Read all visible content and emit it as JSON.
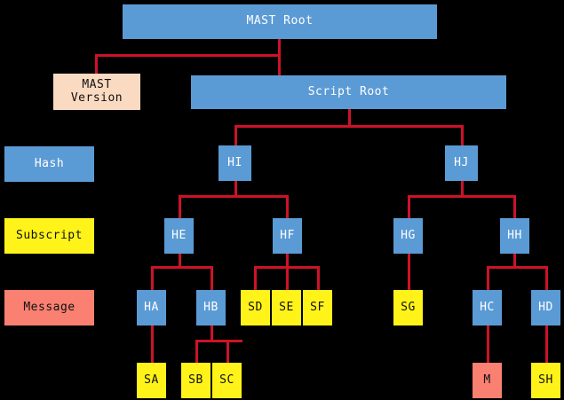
{
  "diagram": {
    "title_node": "MAST Root",
    "background_color": "#000000",
    "edge_color": "#CC1327",
    "palette": {
      "hash": "#5B9BD5",
      "subscript": "#FFF319",
      "message": "#FA8072",
      "version": "#FBDAC2"
    },
    "legend": [
      {
        "label": "Hash",
        "type": "hash"
      },
      {
        "label": "Subscript",
        "type": "subscript"
      },
      {
        "label": "Message",
        "type": "message"
      }
    ],
    "roots": [
      {
        "label": "MAST Root",
        "type": "hash"
      },
      {
        "label": "MAST\nVersion",
        "type": "version"
      },
      {
        "label": "Script Root",
        "type": "hash"
      }
    ],
    "nodes": {
      "mast_root": "MAST Root",
      "mast_version_line1": "MAST",
      "mast_version_line2": "Version",
      "script_root": "Script Root",
      "hi": "HI",
      "hj": "HJ",
      "he": "HE",
      "hf": "HF",
      "hg": "HG",
      "hh": "HH",
      "ha": "HA",
      "hb": "HB",
      "hc": "HC",
      "hd": "HD",
      "sa": "SA",
      "sb": "SB",
      "sc": "SC",
      "sd": "SD",
      "se": "SE",
      "sf": "SF",
      "sg": "SG",
      "sh": "SH",
      "m": "M"
    },
    "tree": {
      "MAST Root": [
        "MAST Version",
        "Script Root"
      ],
      "Script Root": [
        "HI",
        "HJ"
      ],
      "HI": [
        "HE",
        "HF"
      ],
      "HJ": [
        "HG",
        "HH"
      ],
      "HE": [
        "HA",
        "HB"
      ],
      "HF": [
        "SD",
        "SE",
        "SF"
      ],
      "HG": [
        "SG"
      ],
      "HH": [
        "HC",
        "HD"
      ],
      "HA": [
        "SA"
      ],
      "HB": [
        "SB",
        "SC"
      ],
      "HC": [
        "M"
      ],
      "HD": [
        "SH"
      ]
    },
    "levels": [
      {
        "name": "root",
        "label": ""
      },
      {
        "name": "script-root",
        "label": ""
      },
      {
        "name": "hash-level-1",
        "label": "Hash"
      },
      {
        "name": "hash-level-2",
        "label": "Subscript"
      },
      {
        "name": "hash-level-3",
        "label": "Message"
      },
      {
        "name": "leaf-level",
        "label": ""
      }
    ]
  }
}
